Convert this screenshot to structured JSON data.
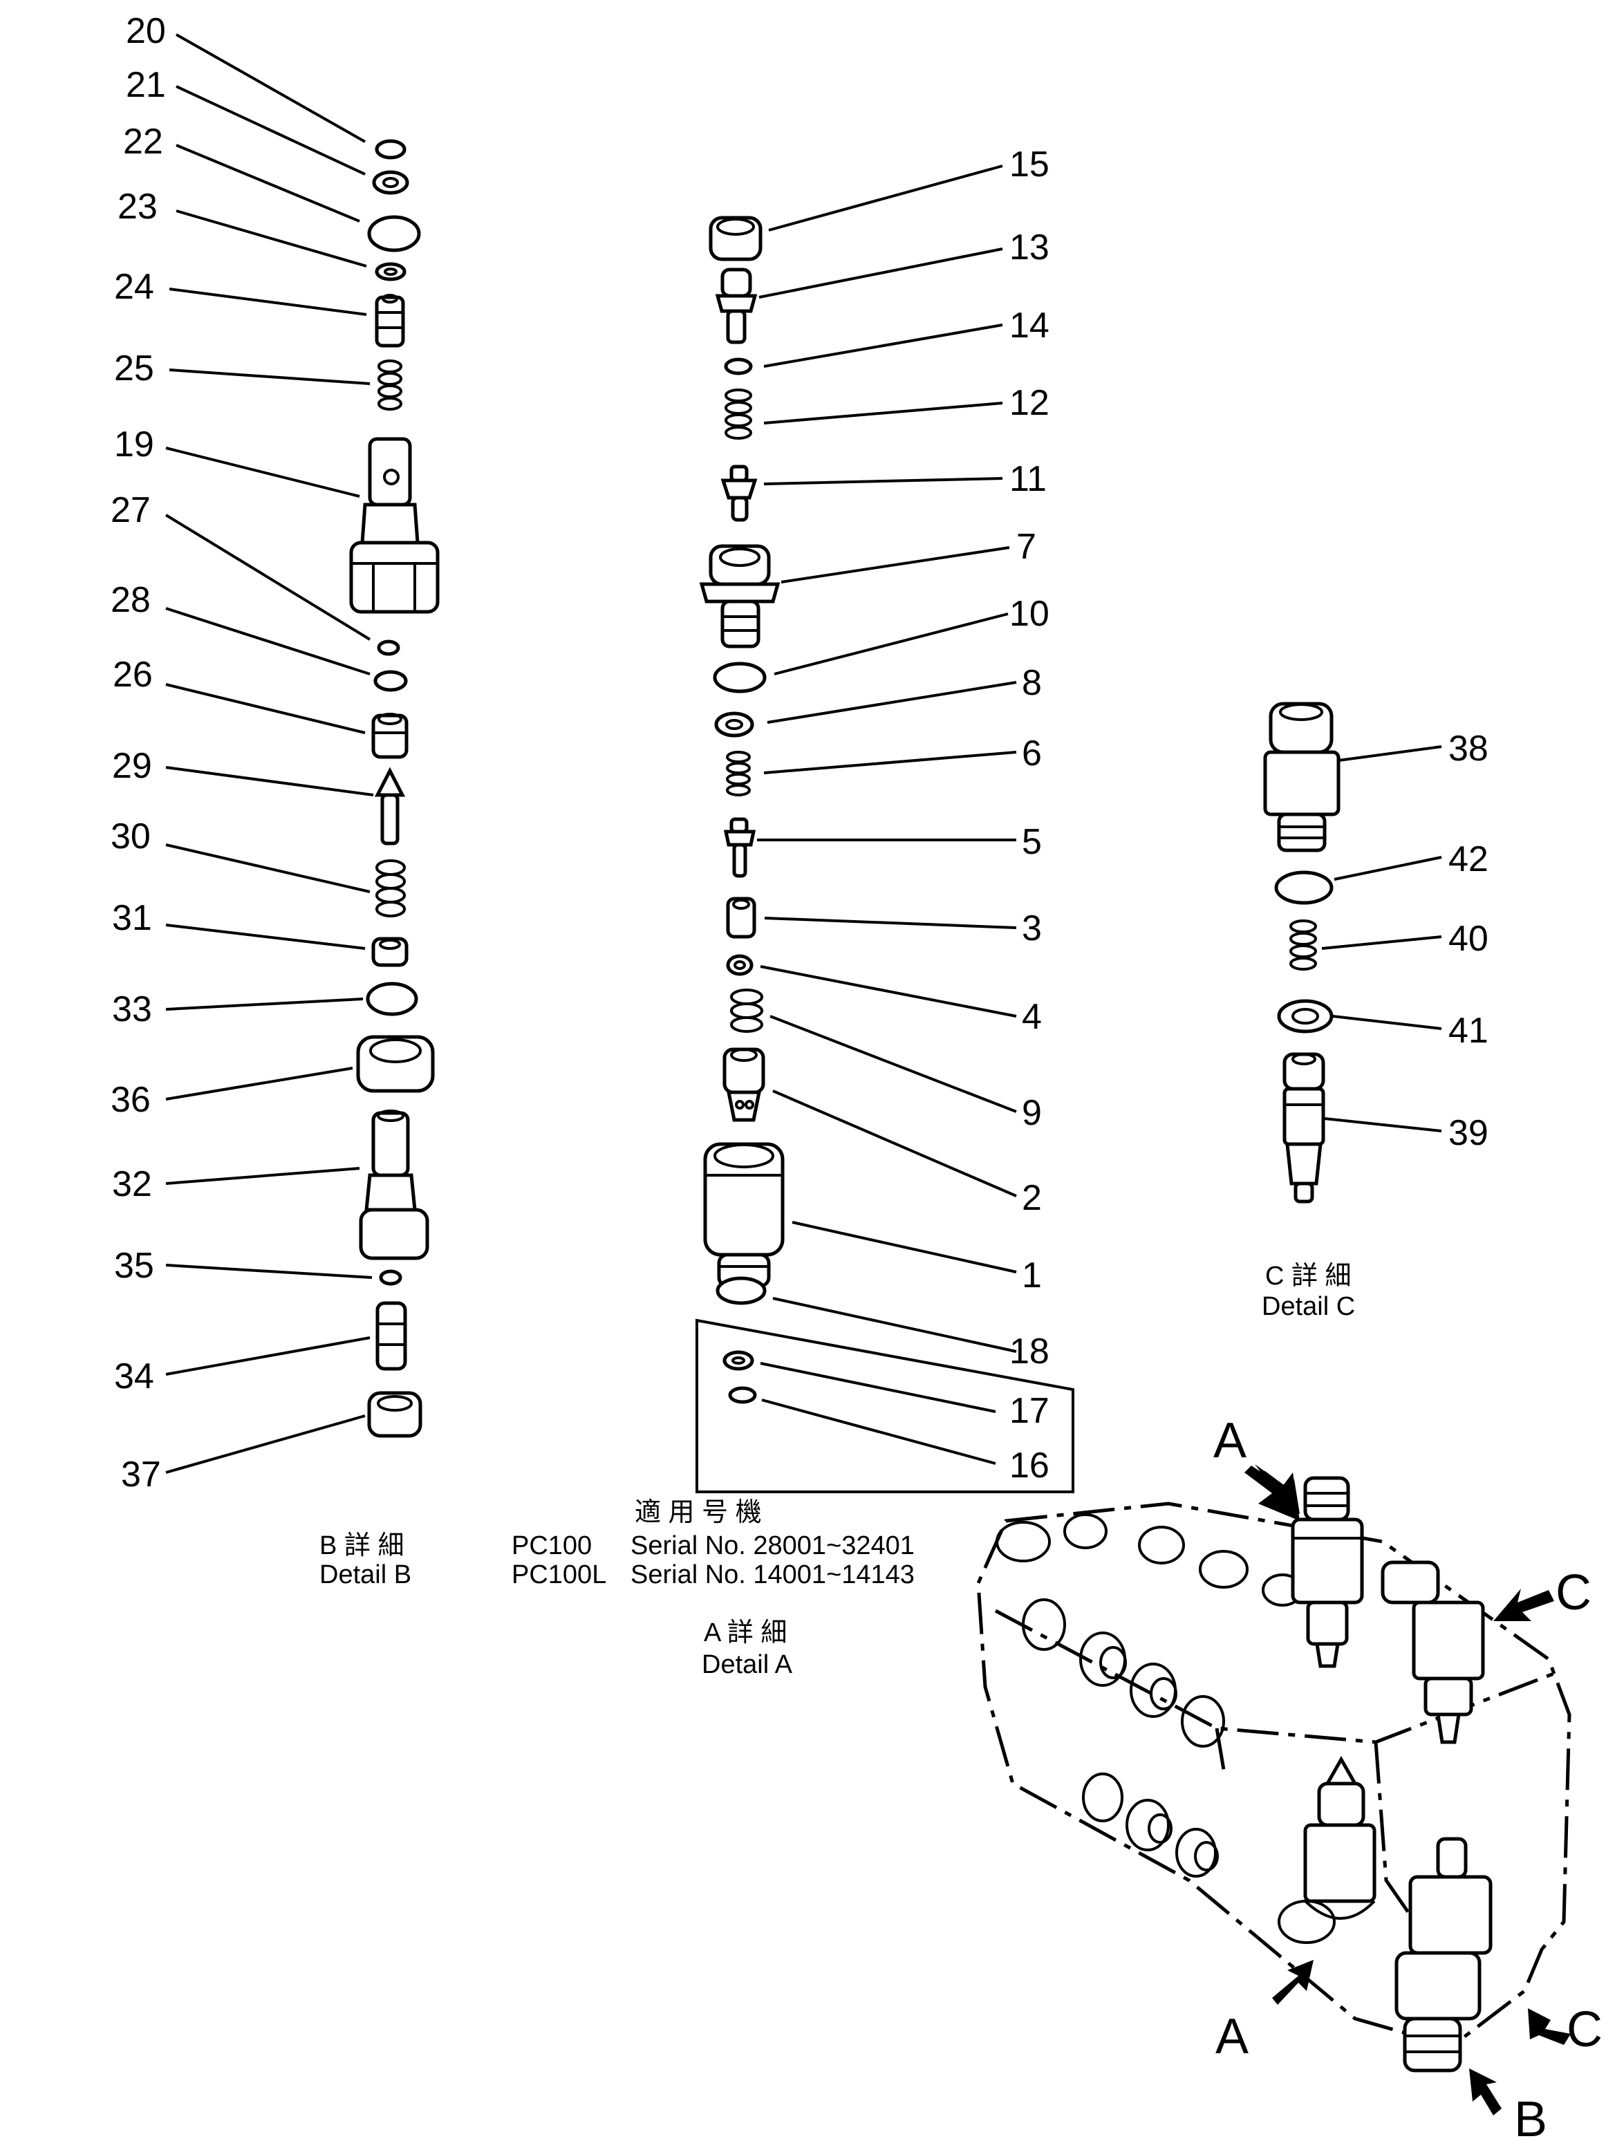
{
  "callouts": {
    "20": "20",
    "21": "21",
    "22": "22",
    "23": "23",
    "24": "24",
    "25": "25",
    "19": "19",
    "27": "27",
    "28": "28",
    "26": "26",
    "29": "29",
    "30": "30",
    "31": "31",
    "33": "33",
    "36": "36",
    "32": "32",
    "35": "35",
    "34": "34",
    "37": "37",
    "15": "15",
    "13": "13",
    "14": "14",
    "12": "12",
    "11": "11",
    "7": "7",
    "10": "10",
    "8": "8",
    "6": "6",
    "5": "5",
    "3": "3",
    "4": "4",
    "9": "9",
    "2": "2",
    "1": "1",
    "18": "18",
    "17": "17",
    "16": "16",
    "38": "38",
    "42": "42",
    "40": "40",
    "41": "41",
    "39": "39"
  },
  "captions": {
    "detail_b_jp": "B 詳 細",
    "detail_b": "Detail B",
    "detail_a_jp": "A 詳 細",
    "detail_a": "Detail A",
    "detail_c_jp": "C 詳 細",
    "detail_c": "Detail C"
  },
  "applicability": {
    "heading": "適 用 号 機",
    "rows": [
      {
        "model": "PC100",
        "serial": "Serial No. 28001~32401"
      },
      {
        "model": "PC100L",
        "serial": "Serial No. 14001~14143"
      }
    ]
  },
  "view_labels": {
    "a_top": "A",
    "c_top": "C",
    "a_bottom": "A",
    "c_bottom": "C",
    "b_bottom": "B"
  }
}
